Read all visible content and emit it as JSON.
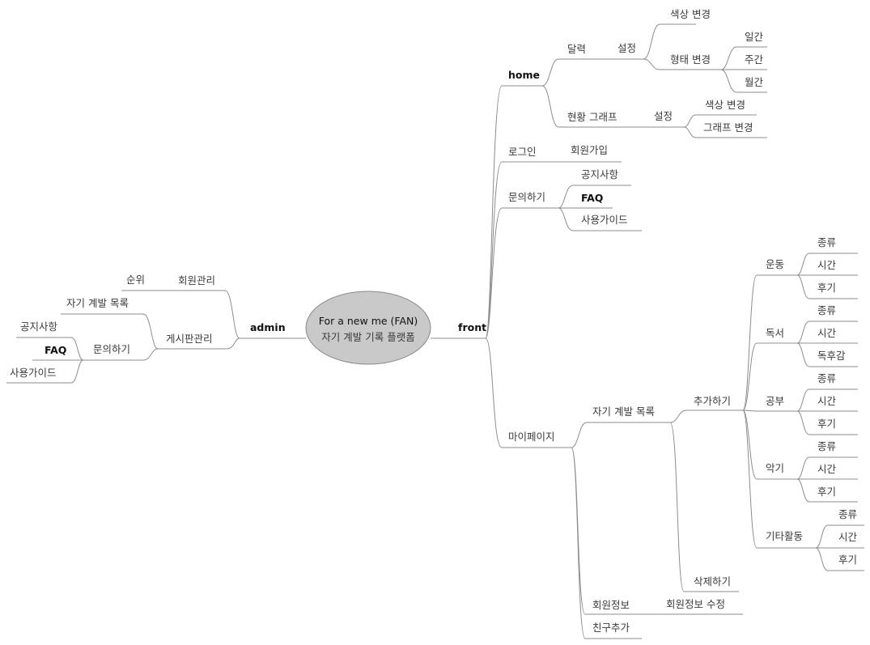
{
  "root": {
    "line1": "For a new me (FAN)",
    "line2": "자기 계발 기록 플랫폼",
    "fill": "#c9c9c9"
  },
  "nodes": {
    "front": "front",
    "home": "home",
    "calendar": "달력",
    "calendar_settings": "설정",
    "color_change_1": "색상 변경",
    "shape_change": "형태 변경",
    "daily": "일간",
    "weekly": "주간",
    "monthly": "월간",
    "status_graph": "현황 그래프",
    "graph_settings": "설정",
    "color_change_2": "색상 변경",
    "graph_change": "그래프 변경",
    "login": "로그인",
    "signup": "회원가입",
    "inquiry": "문의하기",
    "notice": "공지사항",
    "faq": "FAQ",
    "guide": "사용가이드",
    "mypage": "마이페이지",
    "dev_list": "자기 계발 목록",
    "add": "추가하기",
    "exercise": "운동",
    "ex_kind": "종류",
    "ex_time": "시간",
    "ex_review": "후기",
    "reading": "독서",
    "rd_kind": "종류",
    "rd_time": "시간",
    "rd_review": "독후감",
    "study": "공부",
    "st_kind": "종류",
    "st_time": "시간",
    "st_review": "후기",
    "instrument": "악기",
    "in_kind": "종류",
    "in_time": "시간",
    "in_review": "후기",
    "other": "기타활동",
    "ot_kind": "종류",
    "ot_time": "시간",
    "ot_review": "후기",
    "delete": "삭제하기",
    "member_info": "회원정보",
    "member_edit": "회원정보 수정",
    "add_friend": "친구추가",
    "admin": "admin",
    "member_mgmt": "회원관리",
    "ranking": "순위",
    "board_mgmt": "게시판관리",
    "admin_dev_list": "자기 계발 목록",
    "admin_inquiry": "문의하기",
    "admin_notice": "공지사항",
    "admin_faq": "FAQ",
    "admin_guide": "사용가이드"
  },
  "colors": {
    "line": "#8d8d8d",
    "text": "#3a3a3a",
    "text_strong": "#111111",
    "root_fill": "#c9c9c9"
  }
}
